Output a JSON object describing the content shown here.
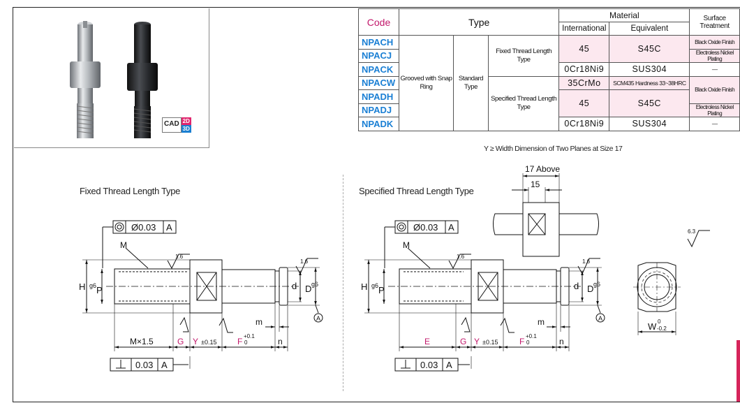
{
  "cad_badge": {
    "cad": "CAD",
    "d2": "2D",
    "d3": "3D"
  },
  "table": {
    "headers": {
      "code": "Code",
      "type": "Type",
      "material": "Material",
      "international": "International",
      "equivalent": "Equivalent",
      "surface": "Surface Treatment"
    },
    "codes": [
      "NPACH",
      "NPACJ",
      "NPACK",
      "NPACW",
      "NPADH",
      "NPADJ",
      "NPADK"
    ],
    "type_main": "Grooved with Snap Ring",
    "type_standard": "Standard Type",
    "type_fixed": "Fixed Thread Length Type",
    "type_specified": "Specified Thread Length Type",
    "rows": [
      {
        "intl": "45",
        "equiv": "S45C",
        "surface": "Black Oxide Finish"
      },
      {
        "surface": "Electroless Nickel Plating"
      },
      {
        "intl": "0Cr18Ni9",
        "equiv": "SUS304",
        "surface": "—"
      },
      {
        "intl": "35CrMo",
        "equiv": "SCM435 Hardness 33~38HRC",
        "surface": "Black Oxide Finish"
      },
      {
        "intl": "45",
        "equiv": "S45C"
      },
      {
        "surface": "Electroless Nickel Plating"
      },
      {
        "intl": "0Cr18Ni9",
        "equiv": "SUS304",
        "surface": "—"
      }
    ]
  },
  "note": "Y ≥ Width Dimension of Two Planes at Size 17",
  "fixed": {
    "title": "Fixed Thread Length Type",
    "fcf_top": {
      "symbol": "◎",
      "value": "Ø0.03",
      "datum": "A"
    },
    "fcf_bottom": {
      "symbol": "⊥",
      "value": "0.03",
      "datum": "A"
    },
    "labels": {
      "M": "M",
      "H": "H",
      "P": "P",
      "P_sub": "g6",
      "d": "d",
      "D": "D",
      "D_sub": "g6",
      "roughness": "1.6",
      "m": "m",
      "datum": "A",
      "dim_thread": "M×1.5",
      "dim_G": "G",
      "dim_Y": "Y",
      "dim_Y_tol": "±0.15",
      "dim_F": "F",
      "dim_F_tol_up": "+0.1",
      "dim_F_tol_low": "0",
      "dim_n": "n"
    }
  },
  "specified": {
    "title": "Specified Thread Length Type",
    "fcf_top": {
      "symbol": "◎",
      "value": "Ø0.03",
      "datum": "A"
    },
    "fcf_bottom": {
      "symbol": "⊥",
      "value": "0.03",
      "datum": "A"
    },
    "labels": {
      "M": "M",
      "H": "H",
      "P": "P",
      "P_sub": "g6",
      "d": "d",
      "D": "D",
      "D_sub": "g6",
      "roughness": "1.6",
      "m": "m",
      "datum": "A",
      "dim_E": "E",
      "dim_G": "G",
      "dim_Y": "Y",
      "dim_Y_tol": "±0.15",
      "dim_F": "F",
      "dim_F_tol_up": "+0.1",
      "dim_F_tol_low": "0",
      "dim_n": "n"
    }
  },
  "detail": {
    "above": "17 Above",
    "fifteen": "15"
  },
  "end_view": {
    "roughness": "6.3",
    "W": "W",
    "W_tol_up": "0",
    "W_tol_low": "-0.2"
  },
  "colors": {
    "code_blue": "#1a7fd4",
    "header_magenta": "#c2186b",
    "row_pink": "#fce8ef"
  }
}
